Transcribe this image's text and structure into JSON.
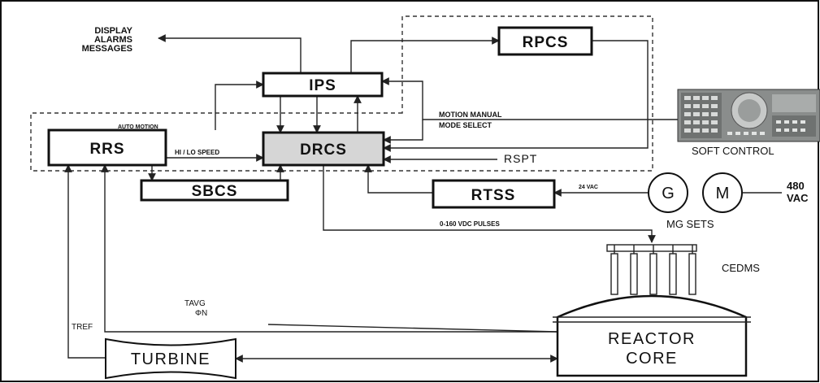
{
  "blocks": {
    "ips": "IPS",
    "rpcs": "RPCS",
    "rrs": "RRS",
    "drcs": "DRCS",
    "sbcs": "SBCS",
    "rtss": "RTSS",
    "turbine": "TURBINE",
    "reactor_line1": "REACTOR",
    "reactor_line2": "CORE"
  },
  "labels": {
    "display_line1": "DISPLAY",
    "display_line2": "ALARMS",
    "display_line3": "MESSAGES",
    "auto_motion": "AUTO MOTION",
    "hi_lo_speed": "HI / LO SPEED",
    "motion_manual": "MOTION MANUAL",
    "mode_select": "MODE SELECT",
    "rspt": "RSPT",
    "soft_control": "SOFT CONTROL",
    "vac_24": "24 VAC",
    "generator": "G",
    "motor": "M",
    "vac_480_line1": "480",
    "vac_480_line2": "VAC",
    "mg_sets": "MG SETS",
    "vdc_pulses": "0-160 VDC PULSES",
    "cedms": "CEDMS",
    "tavg": "TAVG",
    "phi_n": "ΦN",
    "tref": "TREF"
  },
  "colors": {
    "line": "#222222",
    "drcs_fill": "#d6d6d6",
    "panel_fill": "#8a8d8c"
  }
}
